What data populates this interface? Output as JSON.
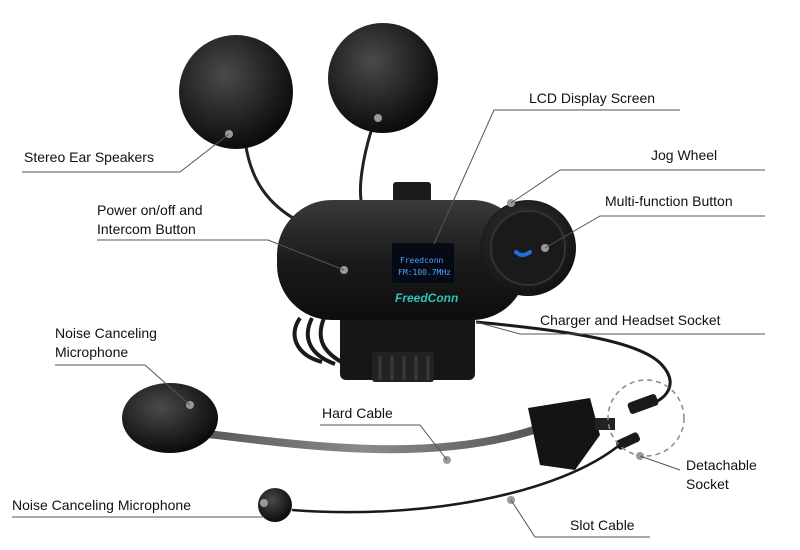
{
  "labels": {
    "stereo_ear_speakers": "Stereo Ear Speakers",
    "lcd_display_screen": "LCD Display Screen",
    "jog_wheel": "Jog Wheel",
    "multi_function_button": "Multi-function Button",
    "power_intercom_button": "Power on/off and\nIntercom Button",
    "charger_headset_socket": "Charger and Headset Socket",
    "noise_canceling_microphone_boom": "Noise Canceling\nMicrophone",
    "hard_cable": "Hard Cable",
    "detachable_socket": "Detachable\nSocket",
    "noise_canceling_microphone_slot": "Noise Canceling Microphone",
    "slot_cable": "Slot Cable"
  },
  "device": {
    "lcd_line1": "Freedconn",
    "lcd_line2": "FM:100.7MHz",
    "brand_logo": "FreedConn"
  },
  "colors": {
    "leader_line": "#555555",
    "marker_dot": "#9a9a9a",
    "lcd_text": "#4aa3ff",
    "logo_teal": "#2ec4b6",
    "call_icon": "#1e6fd9"
  }
}
